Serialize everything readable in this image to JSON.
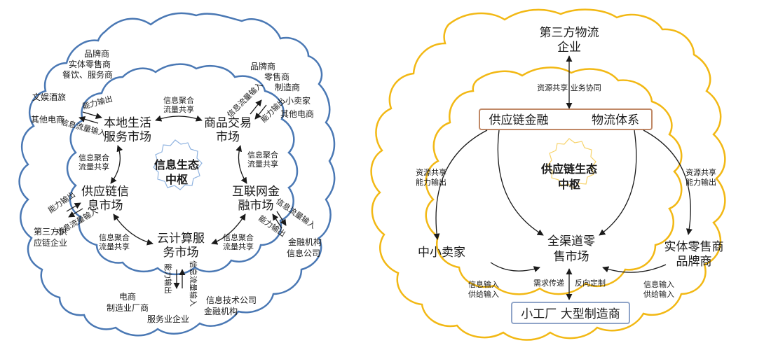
{
  "left": {
    "center": [
      "信息生态",
      "中枢"
    ],
    "markets": {
      "local_life": [
        "本地生活",
        "服务市场"
      ],
      "commodity": [
        "商品交易",
        "市场"
      ],
      "supply_info": [
        "供应链信",
        "息市场"
      ],
      "finance": [
        "互联网金",
        "融市场"
      ],
      "cloud": [
        "云计算服",
        "务市场"
      ]
    },
    "links": {
      "top": [
        "信息聚合",
        "流量共享"
      ],
      "left": [
        "信息聚合",
        "流量共享"
      ],
      "right": [
        "信息聚合",
        "流量共享"
      ],
      "bottom_left": [
        "信息聚合",
        "流量共享"
      ],
      "bottom_right": [
        "信息聚合",
        "流量共享"
      ]
    },
    "exchange": {
      "capability": "能力输出",
      "traffic": "信息流量输入"
    },
    "participants": {
      "top_left": [
        "品牌商",
        "实体零售商",
        "餐饮、服务商"
      ],
      "culture": "文娱酒旅",
      "other_ecom_left": "其他电商",
      "top_right": [
        "品牌商",
        "零售商",
        "制造商"
      ],
      "small_seller": "小卖家",
      "other_ecom_right": "其他电商",
      "third_party": [
        "第三方供",
        "应链企业"
      ],
      "finance_inst": [
        "金融机构",
        "信息公司"
      ],
      "ecommerce": "电商",
      "manufacturer": "制造业厂商",
      "service_co": "服务业企业",
      "info_tech": [
        "信息技术公司",
        "金融机构"
      ]
    }
  },
  "right": {
    "center": [
      "供应链生态",
      "中枢"
    ],
    "logistics_co": [
      "第三方物流",
      "企业"
    ],
    "top_link": "资源共享  业务协同",
    "box_left": "供应链金融",
    "box_right": "物流体系",
    "omni": [
      "全渠道零",
      "售市场"
    ],
    "small_seller": "中小卖家",
    "retail_brand": [
      "实体零售商",
      "品牌商"
    ],
    "left_share": [
      "资源共享",
      "能力输出"
    ],
    "right_share": [
      "资源共享",
      "能力输出"
    ],
    "demand": "需求传递",
    "reverse": "反向定制",
    "info_in_left": [
      "信息输入",
      "供给输入"
    ],
    "info_in_right": [
      "信息输入",
      "供给输入"
    ],
    "factory_box": "小工厂  大型制造商"
  },
  "colors": {
    "left_outline": "#4a78b4",
    "left_hub": "#8fb3e0",
    "right_outline": "#f2b814",
    "right_hub": "#f7d36a",
    "box_border": "#c08866",
    "factory_border": "#8fa4c8",
    "arrow": "#1a1a1a"
  }
}
